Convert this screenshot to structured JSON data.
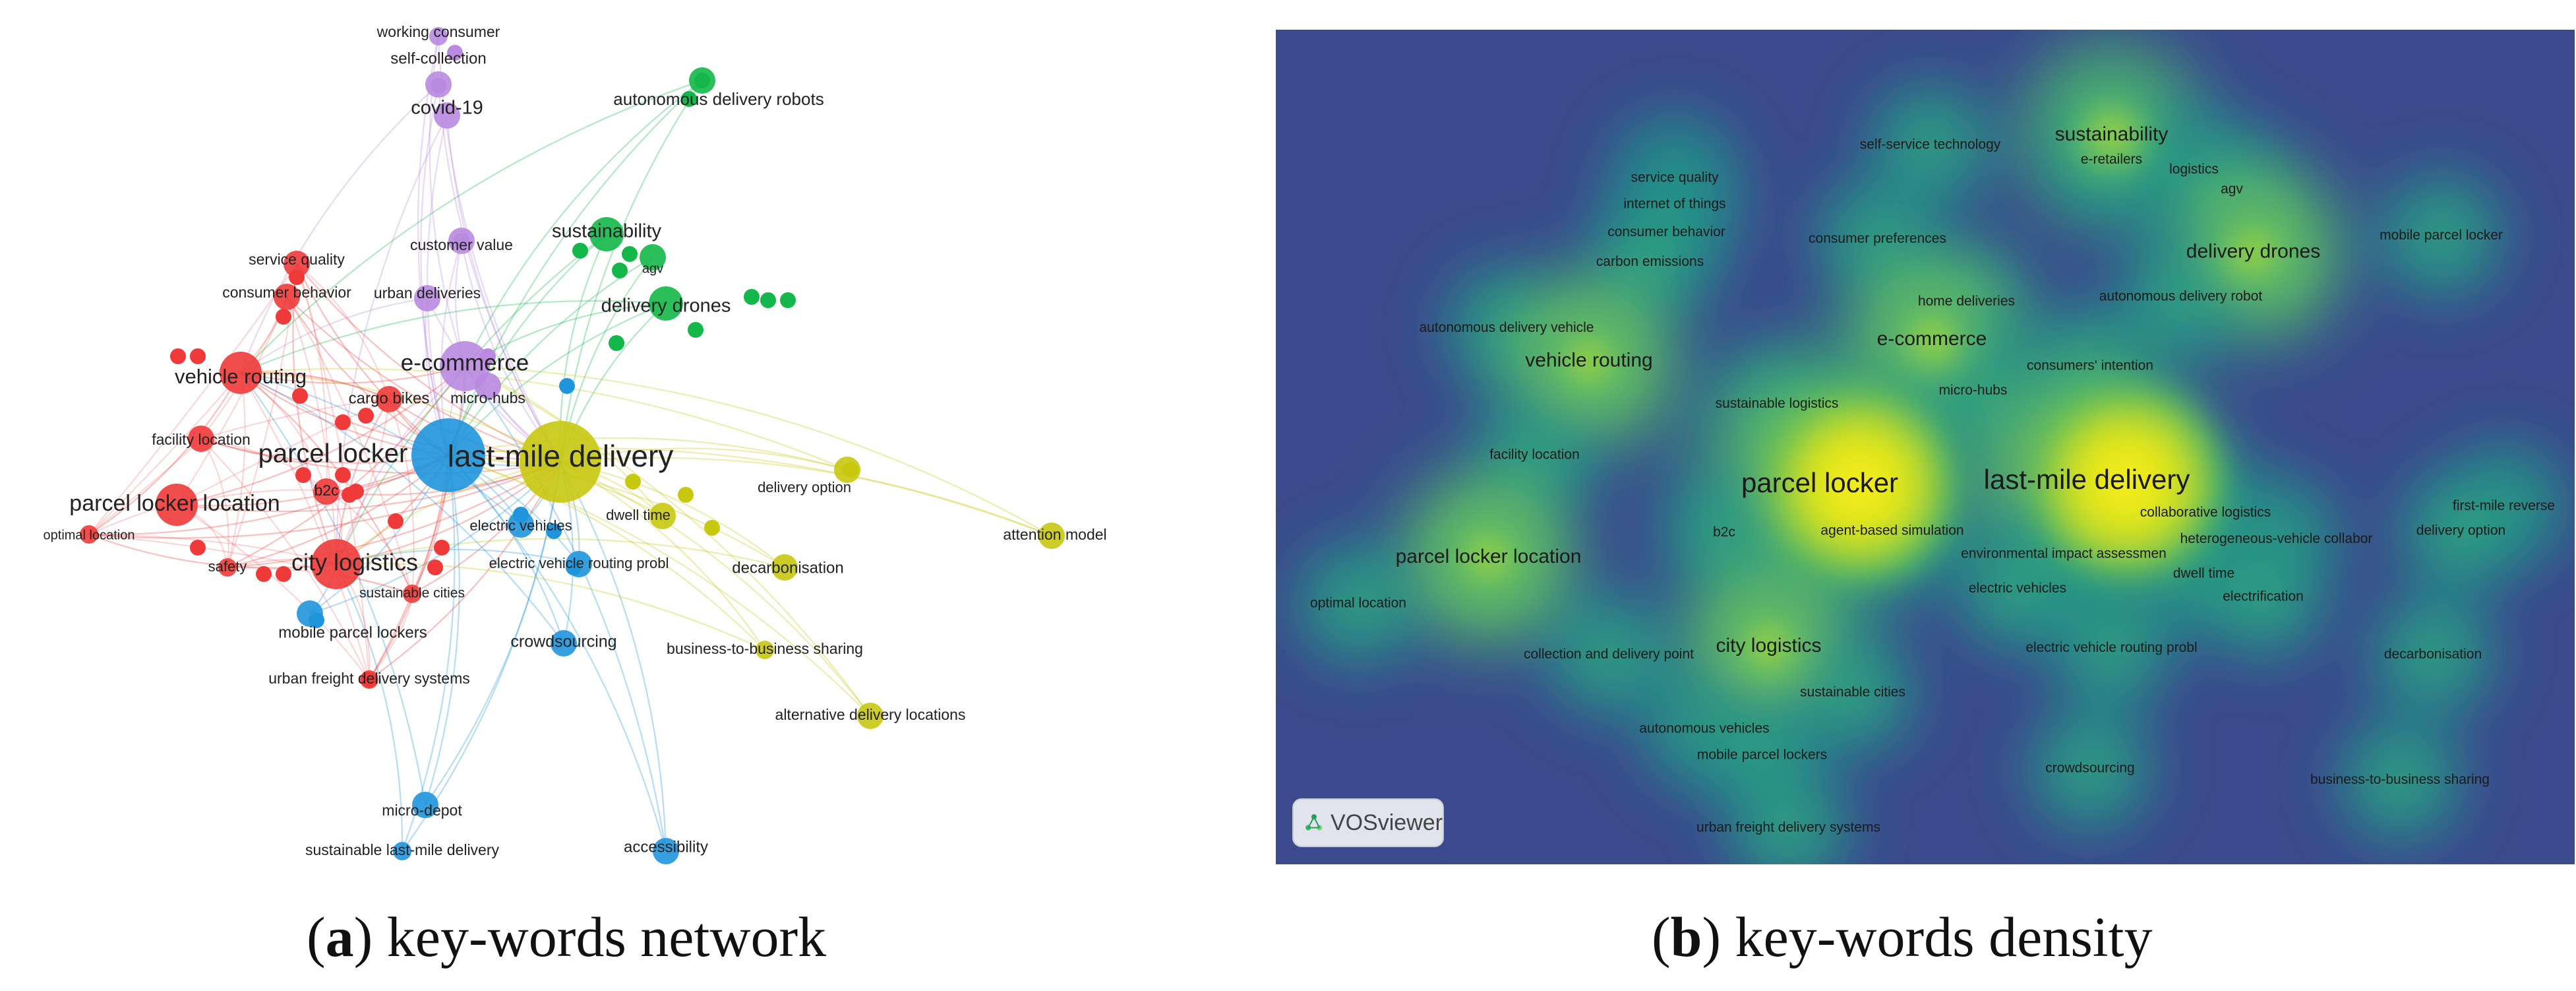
{
  "network": {
    "clusters": {
      "red": "#f03a3a",
      "blue": "#1f95dc",
      "yellow": "#c8c80f",
      "green": "#14b84a",
      "purple": "#b98ae0"
    },
    "nodes": [
      {
        "id": "working consumer",
        "cluster": "purple",
        "weight": 1
      },
      {
        "id": "self-collection",
        "cluster": "purple",
        "weight": 2
      },
      {
        "id": "covid-19",
        "cluster": "purple",
        "weight": 2
      },
      {
        "id": "customer value",
        "cluster": "purple",
        "weight": 2
      },
      {
        "id": "urban deliveries",
        "cluster": "purple",
        "weight": 2
      },
      {
        "id": "e-commerce",
        "cluster": "purple",
        "weight": 5
      },
      {
        "id": "micro-hubs",
        "cluster": "purple",
        "weight": 2
      },
      {
        "id": "autonomous delivery robots",
        "cluster": "green",
        "weight": 2
      },
      {
        "id": "sustainability",
        "cluster": "green",
        "weight": 3
      },
      {
        "id": "agv",
        "cluster": "green",
        "weight": 2
      },
      {
        "id": "delivery drones",
        "cluster": "green",
        "weight": 3
      },
      {
        "id": "service quality",
        "cluster": "red",
        "weight": 2
      },
      {
        "id": "consumer behavior",
        "cluster": "red",
        "weight": 2
      },
      {
        "id": "vehicle routing",
        "cluster": "red",
        "weight": 4
      },
      {
        "id": "cargo bikes",
        "cluster": "red",
        "weight": 2
      },
      {
        "id": "facility location",
        "cluster": "red",
        "weight": 2
      },
      {
        "id": "parcel locker",
        "cluster": "blue",
        "weight": 8
      },
      {
        "id": "last-mile delivery",
        "cluster": "yellow",
        "weight": 9
      },
      {
        "id": "b2c",
        "cluster": "red",
        "weight": 2
      },
      {
        "id": "parcel locker location",
        "cluster": "red",
        "weight": 4
      },
      {
        "id": "optimal location",
        "cluster": "red",
        "weight": 1
      },
      {
        "id": "city logistics",
        "cluster": "red",
        "weight": 5
      },
      {
        "id": "safety",
        "cluster": "red",
        "weight": 1
      },
      {
        "id": "sustainable cities",
        "cluster": "red",
        "weight": 1
      },
      {
        "id": "mobile parcel lockers",
        "cluster": "blue",
        "weight": 2
      },
      {
        "id": "urban freight delivery systems",
        "cluster": "red",
        "weight": 1
      },
      {
        "id": "electric vehicles",
        "cluster": "blue",
        "weight": 2
      },
      {
        "id": "electric vehicle routing probl",
        "cluster": "blue",
        "weight": 2
      },
      {
        "id": "dwell time",
        "cluster": "yellow",
        "weight": 2
      },
      {
        "id": "delivery option",
        "cluster": "yellow",
        "weight": 2
      },
      {
        "id": "decarbonisation",
        "cluster": "yellow",
        "weight": 2
      },
      {
        "id": "attention model",
        "cluster": "yellow",
        "weight": 2
      },
      {
        "id": "crowdsourcing",
        "cluster": "blue",
        "weight": 2
      },
      {
        "id": "business-to-business sharing",
        "cluster": "yellow",
        "weight": 1
      },
      {
        "id": "alternative delivery locations",
        "cluster": "yellow",
        "weight": 2
      },
      {
        "id": "micro-depot",
        "cluster": "blue",
        "weight": 2
      },
      {
        "id": "sustainable last-mile delivery",
        "cluster": "blue",
        "weight": 1
      },
      {
        "id": "accessibility",
        "cluster": "blue",
        "weight": 2
      }
    ]
  },
  "density": {
    "labels": [
      {
        "text": "sustainability",
        "size": "m"
      },
      {
        "text": "self-service technology",
        "size": "s"
      },
      {
        "text": "e-retailers",
        "size": "s"
      },
      {
        "text": "logistics",
        "size": "s"
      },
      {
        "text": "agv",
        "size": "s"
      },
      {
        "text": "service quality",
        "size": "s"
      },
      {
        "text": "internet of things",
        "size": "s"
      },
      {
        "text": "consumer behavior",
        "size": "s"
      },
      {
        "text": "consumer preferences",
        "size": "s"
      },
      {
        "text": "mobile parcel locker",
        "size": "s"
      },
      {
        "text": "carbon emissions",
        "size": "s"
      },
      {
        "text": "delivery drones",
        "size": "m"
      },
      {
        "text": "home deliveries",
        "size": "s"
      },
      {
        "text": "autonomous delivery robot",
        "size": "s"
      },
      {
        "text": "autonomous delivery vehicle",
        "size": "s"
      },
      {
        "text": "e-commerce",
        "size": "m"
      },
      {
        "text": "vehicle routing",
        "size": "m"
      },
      {
        "text": "consumers' intention",
        "size": "s"
      },
      {
        "text": "micro-hubs",
        "size": "s"
      },
      {
        "text": "sustainable logistics",
        "size": "s"
      },
      {
        "text": "facility location",
        "size": "s"
      },
      {
        "text": "parcel locker",
        "size": "l"
      },
      {
        "text": "last-mile delivery",
        "size": "l"
      },
      {
        "text": "first-mile reverse",
        "size": "s"
      },
      {
        "text": "collaborative logistics",
        "size": "s"
      },
      {
        "text": "delivery option",
        "size": "s"
      },
      {
        "text": "heterogeneous-vehicle collabor",
        "size": "s"
      },
      {
        "text": "b2c",
        "size": "s"
      },
      {
        "text": "agent-based simulation",
        "size": "s"
      },
      {
        "text": "parcel locker location",
        "size": "m"
      },
      {
        "text": "environmental impact assessmen",
        "size": "s"
      },
      {
        "text": "dwell time",
        "size": "s"
      },
      {
        "text": "electric vehicles",
        "size": "s"
      },
      {
        "text": "electrification",
        "size": "s"
      },
      {
        "text": "optimal location",
        "size": "s"
      },
      {
        "text": "city logistics",
        "size": "m"
      },
      {
        "text": "electric vehicle routing probl",
        "size": "s"
      },
      {
        "text": "collection and delivery point",
        "size": "s"
      },
      {
        "text": "decarbonisation",
        "size": "s"
      },
      {
        "text": "sustainable cities",
        "size": "s"
      },
      {
        "text": "autonomous vehicles",
        "size": "s"
      },
      {
        "text": "mobile parcel lockers",
        "size": "s"
      },
      {
        "text": "crowdsourcing",
        "size": "s"
      },
      {
        "text": "business-to-business sharing",
        "size": "s"
      },
      {
        "text": "urban freight delivery systems",
        "size": "s"
      }
    ],
    "badge_label": "VOSviewer"
  },
  "captions": {
    "a_letter": "a",
    "a_text": " key-words network",
    "b_letter": "b",
    "b_text": " key-words density"
  }
}
